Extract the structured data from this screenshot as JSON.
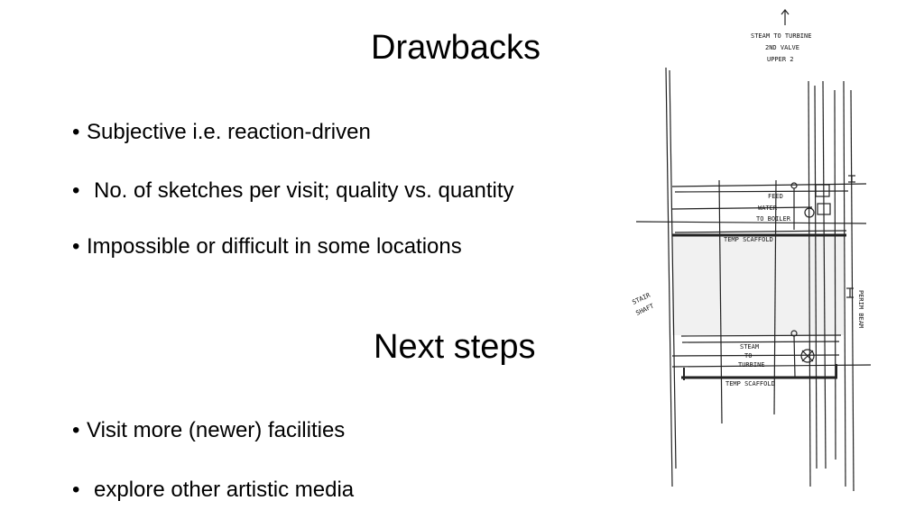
{
  "slide": {
    "heading1": "Drawbacks",
    "drawbacks": [
      "Subjective i.e. reaction-driven",
      "No. of sketches per visit; quality vs. quantity",
      "Impossible or difficult in some locations"
    ],
    "heading2": "Next steps",
    "next_steps": [
      "Visit more (newer) facilities",
      "explore other artistic media"
    ],
    "bullet_symbol": "•"
  },
  "sketch": {
    "labels": {
      "top1": "STEAM TO TURBINE",
      "top2": "2ND VALVE",
      "top3": "UPPER 2",
      "feed": "FEED",
      "water": "WATER",
      "to_boiler": "TO BOILER",
      "scaffold_upper": "TEMP SCAFFOLD",
      "stair": "STAIR",
      "shaft": "SHAFT",
      "beam": "PERIM BEAM",
      "steam": "STEAM",
      "to": "TO",
      "turbine": "TURBINE",
      "scaffold_lower": "TEMP SCAFFOLD"
    }
  }
}
